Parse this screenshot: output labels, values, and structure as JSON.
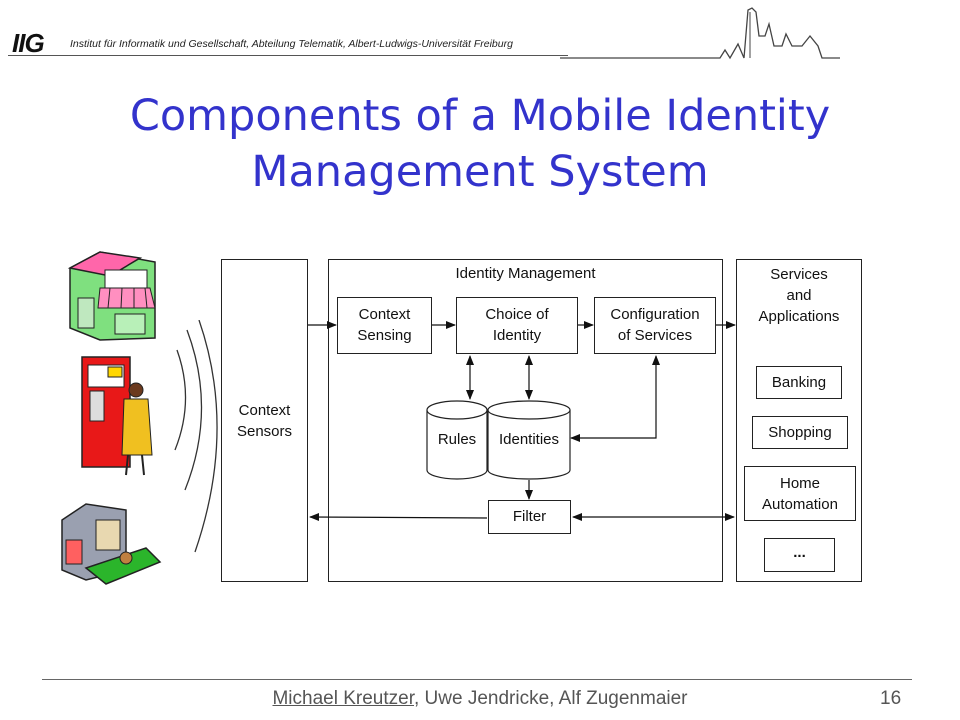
{
  "header": {
    "logo_text": "IIG",
    "institute": "Institut für Informatik und Gesellschaft, Abteilung Telematik, Albert-Ludwigs-Universität Freiburg"
  },
  "slide": {
    "title_line1": "Components of a Mobile Identity",
    "title_line2": "Management System"
  },
  "diagram": {
    "context_sensors_l1": "Context",
    "context_sensors_l2": "Sensors",
    "idm_label": "Identity Management",
    "context_sensing_l1": "Context",
    "context_sensing_l2": "Sensing",
    "choice_l1": "Choice of",
    "choice_l2": "Identity",
    "config_l1": "Configuration",
    "config_l2": "of Services",
    "rules": "Rules",
    "identities": "Identities",
    "filter": "Filter",
    "services_l1": "Services",
    "services_l2": "and",
    "services_l3": "Applications",
    "banking": "Banking",
    "shopping": "Shopping",
    "home_l1": "Home",
    "home_l2": "Automation",
    "more": "..."
  },
  "footer": {
    "author_link": "Michael Kreutzer",
    "authors_rest": ", Uwe Jendricke, Alf Zugenmaier",
    "page_number": "16"
  }
}
